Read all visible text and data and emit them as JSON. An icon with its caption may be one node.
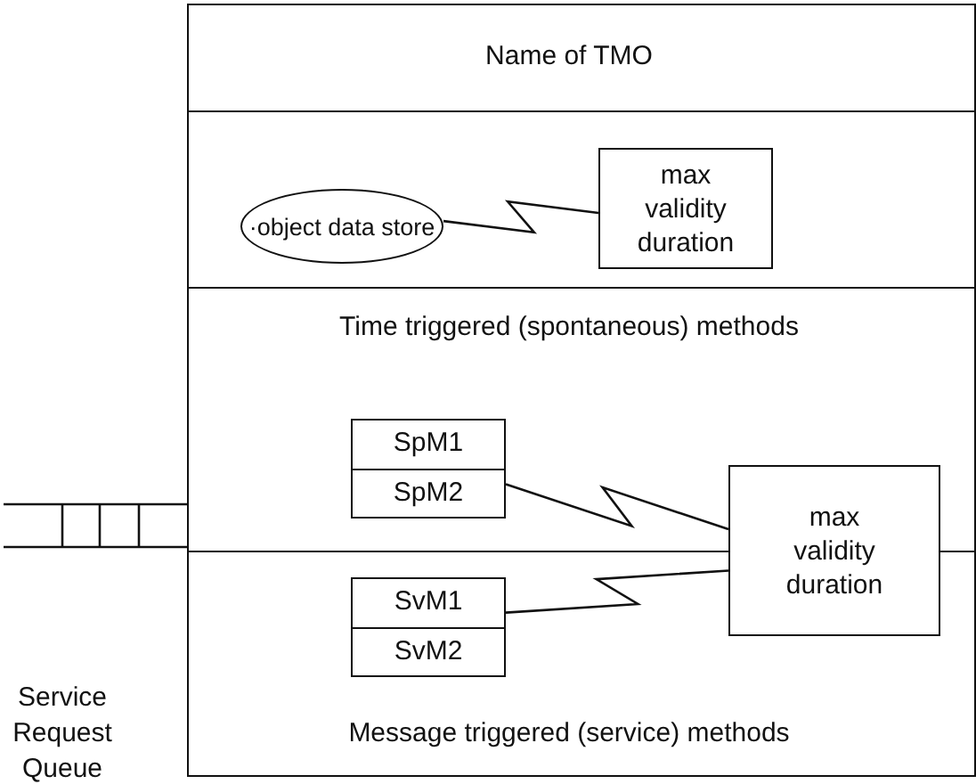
{
  "diagram": {
    "nodes": [
      {
        "text": [],
        "shape": "box"
      },
      {
        "text": [
          "Name of TMO"
        ],
        "in": 0
      },
      {
        "text": [
          "·object data store"
        ],
        "in": 0
      },
      {
        "text": [
          "max validity duration"
        ],
        "in": 0
      },
      {
        "text": [
          "Time triggered (spontaneous) methods"
        ],
        "in": 0
      },
      {
        "text": [
          "SpM1",
          "SpM2"
        ],
        "in": 4
      },
      {
        "text": [
          "max validity duration"
        ],
        "in": 0
      },
      {
        "text": [
          "Message triggered (service) methods"
        ],
        "in": 0
      },
      {
        "text": [
          "SvM1",
          "SvM2"
        ],
        "in": 7
      },
      {
        "text": [],
        "shape": "queue"
      }
    ],
    "labels": [
      "Service Request Queue"
    ],
    "edges": [
      {
        "from": 2,
        "to": 3,
        "arrow": "none"
      },
      {
        "from": 5,
        "to": 6,
        "arrow": "none"
      },
      {
        "from": 8,
        "to": 6,
        "arrow": "none"
      }
    ]
  }
}
